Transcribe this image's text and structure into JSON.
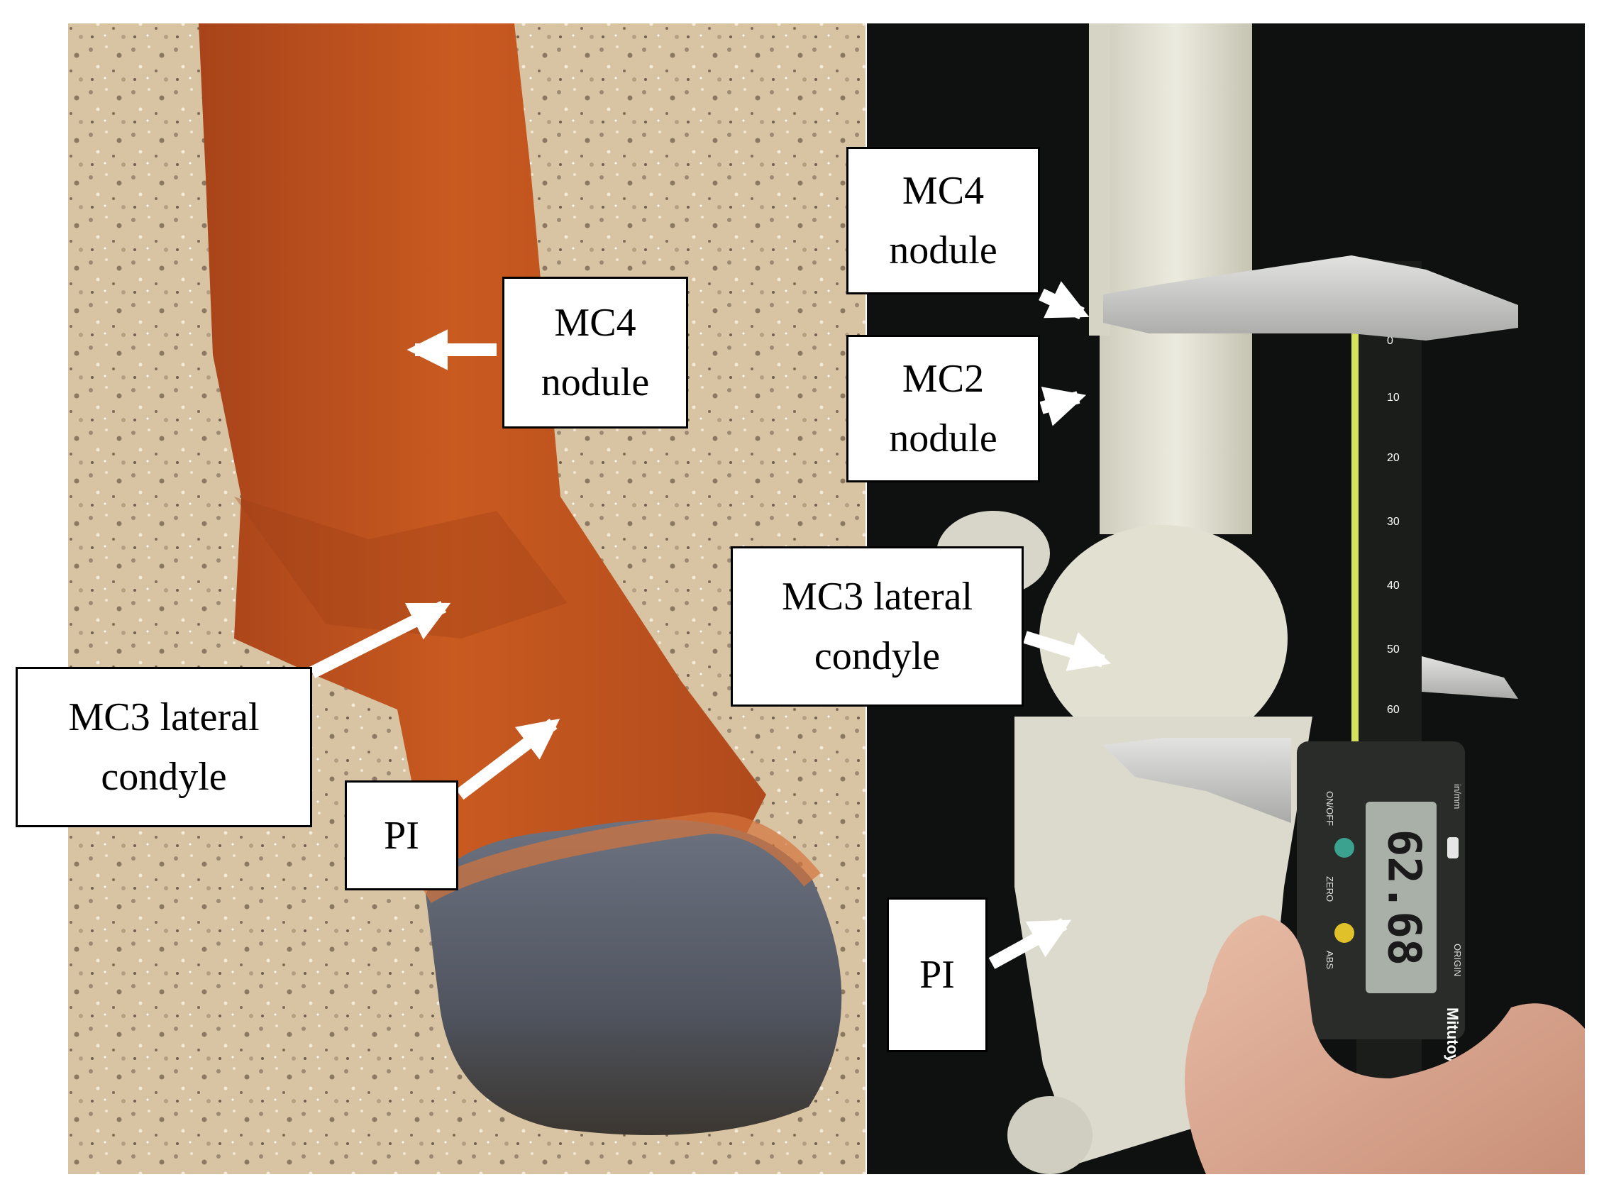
{
  "labels": {
    "left": {
      "mc4": {
        "line1": "MC4",
        "line2": "nodule"
      },
      "mc3": {
        "line1": "MC3 lateral",
        "line2": "condyle"
      },
      "pi": {
        "line1": "PI"
      }
    },
    "right": {
      "mc4": {
        "line1": "MC4",
        "line2": "nodule"
      },
      "mc2": {
        "line1": "MC2",
        "line2": "nodule"
      },
      "mc3": {
        "line1": "MC3 lateral",
        "line2": "condyle"
      },
      "pi": {
        "line1": "PI"
      }
    }
  },
  "caliper": {
    "readout": "62.68",
    "brand": "Mitutoyo",
    "buttons": {
      "on_off": "ON/OFF",
      "zero": "ZERO",
      "abs": "ABS",
      "in_mm": "in/mm",
      "origin": "ORIGIN"
    },
    "scale_ticks": [
      "0",
      "10",
      "20",
      "30",
      "40",
      "50",
      "60"
    ]
  },
  "colors": {
    "coat": "#c4561e",
    "ground": "#d9c2a0",
    "backdrop": "#0f1010",
    "bone": "#e4e2d4",
    "caliper_steel": "#c9cac8",
    "caliper_display": "#a9b0a8"
  }
}
